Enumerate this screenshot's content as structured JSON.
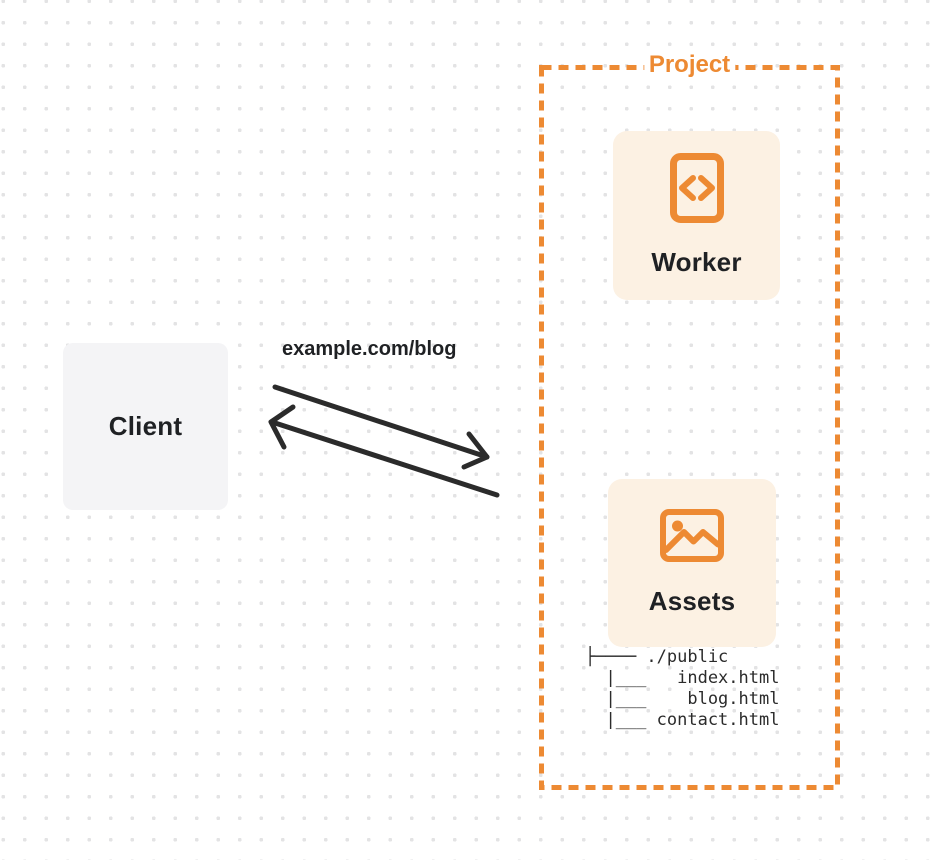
{
  "client": {
    "label": "Client"
  },
  "request": {
    "label": "example.com/blog"
  },
  "project": {
    "label": "Project",
    "worker": {
      "label": "Worker",
      "icon": "code-icon"
    },
    "assets": {
      "label": "Assets",
      "icon": "image-icon"
    },
    "file_tree": "├──── ./public\n  |___   index.html\n  |___    blog.html\n  |___ contact.html"
  },
  "colors": {
    "accent_orange": "#ed8a33",
    "card_background": "#fcf1e3",
    "client_background": "#f4f4f6",
    "text_dark": "#1f2124",
    "arrow": "#2b2b2b",
    "dot_grid": "#e3e3e4"
  }
}
